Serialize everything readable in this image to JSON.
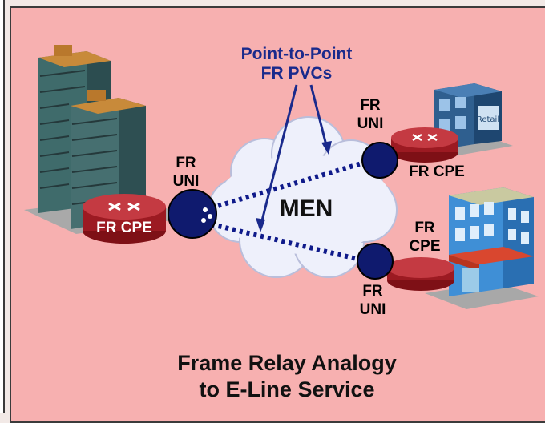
{
  "diagram": {
    "pvc_label_line1": "Point-to-Point",
    "pvc_label_line2": "FR PVCs",
    "cloud_label": "MEN",
    "hq_uni_line1": "FR",
    "hq_uni_line2": "UNI",
    "hq_cpe_label": "FR CPE",
    "top_uni_line1": "FR",
    "top_uni_line2": "UNI",
    "top_cpe_label": "FR CPE",
    "retail_sign": "Retail",
    "bottom_cpe_line1": "FR",
    "bottom_cpe_line2": "CPE",
    "bottom_uni_line1": "FR",
    "bottom_uni_line2": "UNI",
    "caption_line1": "Frame Relay Analogy",
    "caption_line2": "to E-Line Service"
  },
  "colors": {
    "background": "#f7b0b0",
    "label_blue": "#1a2a8c",
    "uni_circle": "#0f1a6e",
    "router_red": "#b0242c",
    "cloud": "#eef0fb"
  }
}
